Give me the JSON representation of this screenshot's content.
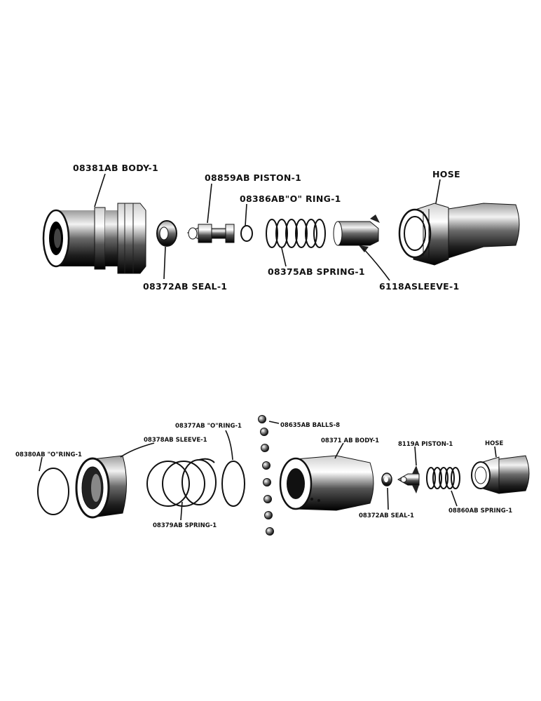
{
  "upper_assembly": {
    "labels": {
      "body": "08381AB BODY-1",
      "piston": "08859AB PISTON-1",
      "o_ring": "08386AB\"O\" RING-1",
      "hose": "HOSE",
      "seal": "08372AB SEAL-1",
      "spring": "08375AB SPRING-1",
      "sleeve": "6118ASLEEVE-1"
    }
  },
  "lower_assembly": {
    "labels": {
      "o_ring_left": "08380AB \"O\"RING-1",
      "sleeve": "08378AB SLEEVE-1",
      "o_ring_right": "08377AB \"O\"RING-1",
      "spring_left": "08379AB SPRING-1",
      "balls": "08635AB BALLS-8",
      "body": "08371 AB BODY-1",
      "piston": "8119A PISTON-1",
      "hose": "HOSE",
      "seal": "08372AB SEAL-1",
      "spring_right": "08860AB SPRING-1"
    }
  },
  "colors": {
    "ink": "#111111",
    "paper": "#ffffff"
  }
}
